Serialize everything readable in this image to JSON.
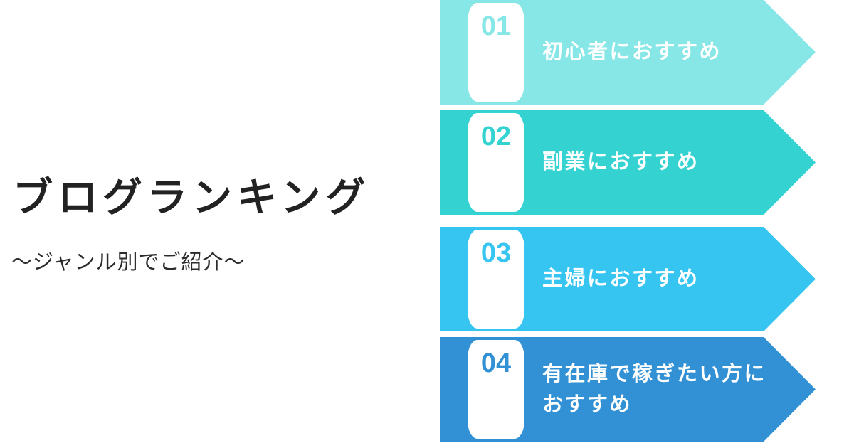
{
  "page": {
    "background_color": "#ffffff",
    "title": "ブログランキング",
    "subtitle": "〜ジャンル別でご紹介〜",
    "title_color": "#222222",
    "subtitle_color": "#2b2b2b"
  },
  "banners": [
    {
      "number": "01",
      "lines": [
        "初心者におすすめ"
      ],
      "color": "#87E6E6",
      "number_color": "#87E6E6",
      "label_color": "#ffffff"
    },
    {
      "number": "02",
      "lines": [
        "副業におすすめ"
      ],
      "color": "#35D2D2",
      "number_color": "#35D2D2",
      "label_color": "#ffffff"
    },
    {
      "number": "03",
      "lines": [
        "主婦におすすめ"
      ],
      "color": "#36C5F0",
      "number_color": "#36C5F0",
      "label_color": "#ffffff"
    },
    {
      "number": "04",
      "lines": [
        "有在庫で稼ぎたい方に",
        "おすすめ"
      ],
      "color": "#3291D4",
      "number_color": "#3291D4",
      "label_color": "#ffffff"
    }
  ]
}
